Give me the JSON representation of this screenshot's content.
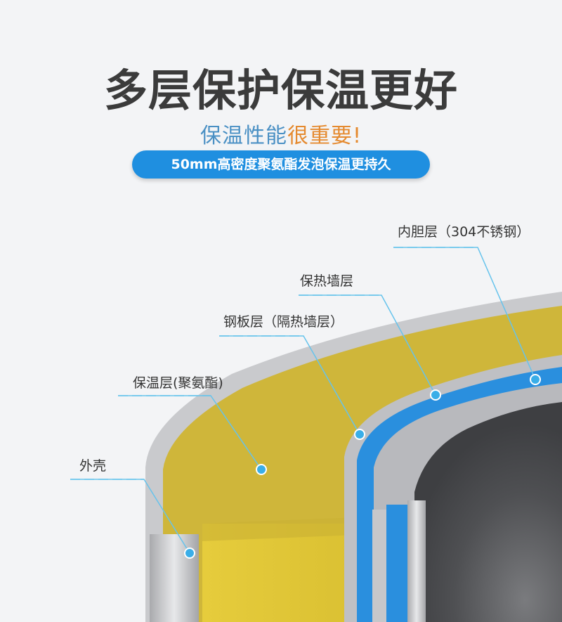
{
  "title": "多层保护保温更好",
  "subtitle": {
    "part1": "保温性能",
    "part2": "很重要!"
  },
  "badge": "50mm高密度聚氨酯发泡保温更持久",
  "labels": {
    "inner_liner": "内胆层（304不锈钢）",
    "insulation_wall": "保热墙层",
    "steel_plate": "钢板层（隔热墙层）",
    "foam_layer": "保温层(聚氨酯)",
    "outer_shell": "外壳"
  },
  "colors": {
    "title": "#3b3b3b",
    "subtitle_blue": "#4a90c4",
    "subtitle_orange": "#e58a2f",
    "badge": "#1f8fe0",
    "foam": "#dcc23a",
    "shell": "#c8c9cc",
    "blue_layer": "#1f8fe0",
    "inner_dark": "#5b5c5f"
  }
}
